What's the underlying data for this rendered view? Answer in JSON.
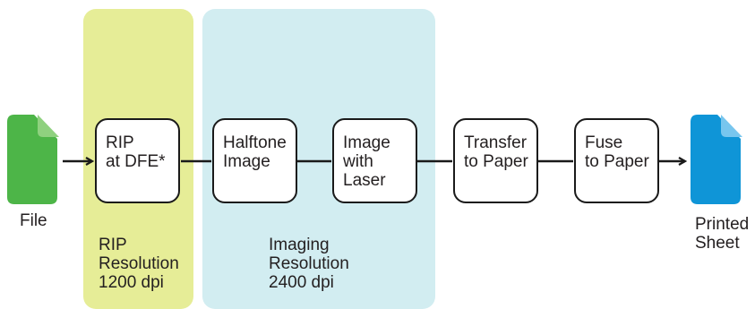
{
  "colors": {
    "rip_zone": "#e6ed97",
    "imaging_zone": "#d2edf1",
    "file_icon": "#4db548",
    "file_fold": "#8fd17f",
    "sheet_icon": "#0f95d7",
    "sheet_fold": "#78c6ee",
    "line": "#1a1a1a"
  },
  "icons": {
    "input": "file-document-icon",
    "output": "printed-sheet-document-icon"
  },
  "labels": {
    "file": "File",
    "printed_sheet": [
      "Printed",
      "Sheet"
    ]
  },
  "zones": {
    "rip": [
      "RIP",
      "Resolution",
      "1200 dpi"
    ],
    "imaging": [
      "Imaging",
      "Resolution",
      "2400 dpi"
    ]
  },
  "steps": [
    [
      "RIP",
      "at DFE*"
    ],
    [
      "Halftone",
      "Image"
    ],
    [
      "Image",
      "with",
      "Laser"
    ],
    [
      "Transfer",
      "to Paper"
    ],
    [
      "Fuse",
      "to Paper"
    ]
  ]
}
